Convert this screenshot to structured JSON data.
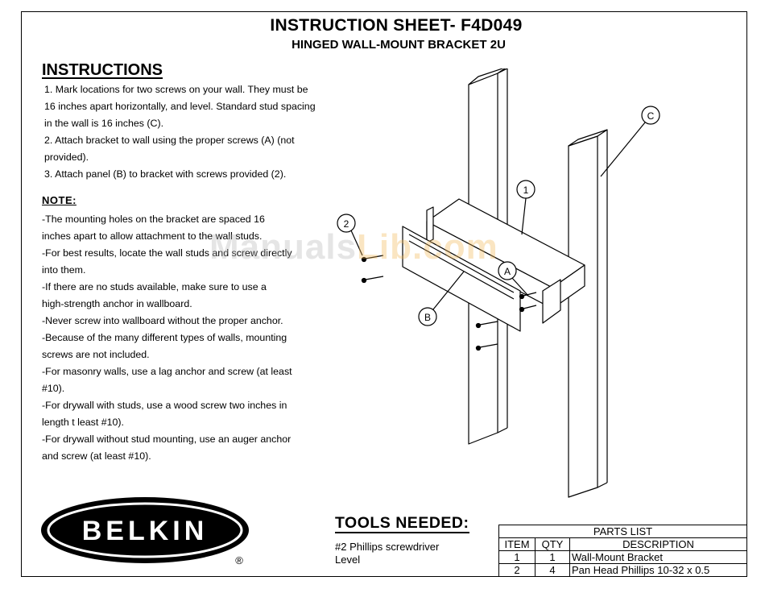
{
  "header": {
    "title": "INSTRUCTION SHEET-  F4D049",
    "subtitle": "HINGED WALL-MOUNT BRACKET 2U"
  },
  "instructions": {
    "heading": "INSTRUCTIONS",
    "lines": [
      "1. Mark locations for two screws on your wall. They must be",
      "16 inches apart horizontally, and level. Standard stud spacing",
      "in the wall is 16 inches (C).",
      "2. Attach bracket to wall using the proper screws (A) (not",
      "provided).",
      "3. Attach panel (B) to bracket with screws provided (2)."
    ]
  },
  "note": {
    "heading": "NOTE:",
    "lines": [
      "-The mounting holes on the bracket are spaced 16",
      "inches apart to allow attachment to the wall studs.",
      "-For best results, locate the wall studs and screw directly",
      "into them.",
      "-If there are no studs available, make sure to use a",
      "high-strength anchor in wallboard.",
      "-Never screw into wallboard without the proper anchor.",
      "-Because of the many different types of walls, mounting",
      "screws are not included.",
      "-For masonry walls, use a lag anchor and screw (at least",
      "#10).",
      "-For drywall with studs, use a wood screw two inches in",
      "length t least #10).",
      "-For drywall without stud mounting, use an auger anchor",
      "and screw (at least #10)."
    ]
  },
  "logo": {
    "text": "BELKIN",
    "mark": "®"
  },
  "tools": {
    "heading": "TOOLS NEEDED:",
    "items": [
      "#2 Phillips screwdriver",
      "Level"
    ]
  },
  "parts_list": {
    "caption": "PARTS LIST",
    "headers": [
      "ITEM",
      "QTY",
      "DESCRIPTION"
    ],
    "rows": [
      [
        "1",
        "1",
        "Wall-Mount Bracket"
      ],
      [
        "2",
        "4",
        "Pan Head Phillips 10-32 x 0.5"
      ]
    ]
  },
  "diagram": {
    "callouts": [
      "1",
      "2",
      "A",
      "B",
      "C"
    ]
  },
  "watermark": {
    "part1": "Manuals",
    "part2": "Lib",
    "part3": ".com"
  }
}
